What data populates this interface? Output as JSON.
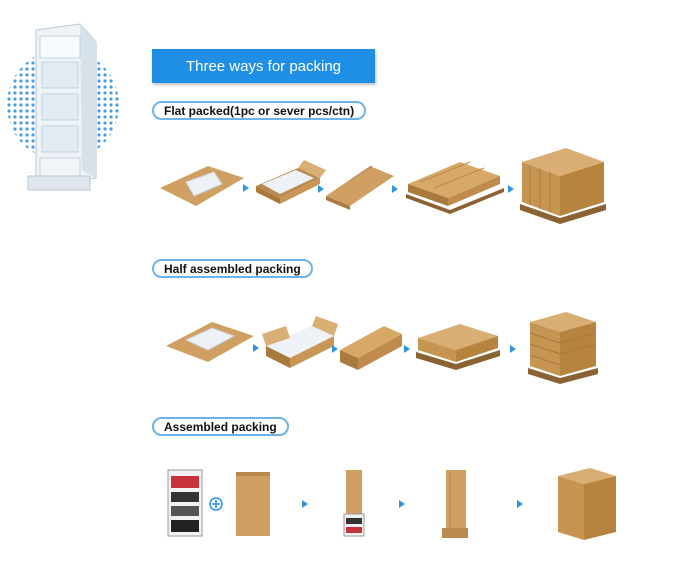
{
  "banner": {
    "title": "Three ways for packing"
  },
  "sections": [
    {
      "label": "Flat packed(1pc or sever pcs/ctn)"
    },
    {
      "label": "Half assembled packing"
    },
    {
      "label": "Assembled packing"
    }
  ],
  "colors": {
    "accent": "#1f8fe6",
    "pill_border": "#6bb3ea",
    "cardboard": "#cfa062",
    "cardboard_dark": "#a87a3e",
    "arrow": "#2f95e0"
  },
  "icons": [
    "display-stand-icon",
    "arrow-right-icon",
    "plus-icon",
    "carton-icon",
    "pallet-icon"
  ]
}
